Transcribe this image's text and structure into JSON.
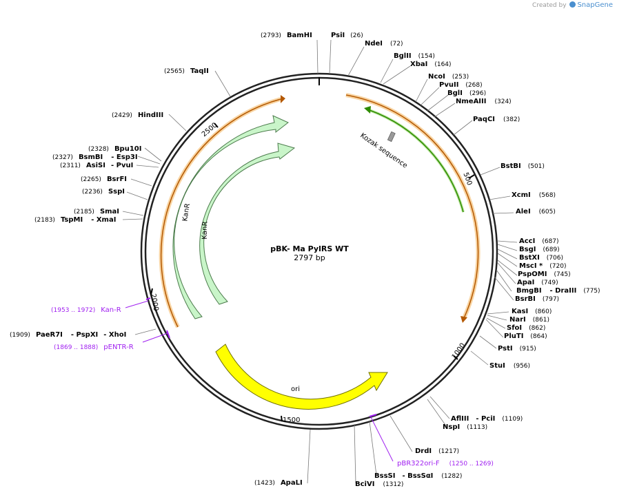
{
  "branding": {
    "created_by": "Created by",
    "product": "SnapGene"
  },
  "plasmid": {
    "name": "pBK- Ma PylRS WT",
    "length": "2797 bp"
  },
  "colors": {
    "backbone": "#222222",
    "orange_orf": "#f0a030",
    "kanr": "#c9f5c9",
    "ori": "#ffff00",
    "primer": "#a020f0",
    "kozak_green": "#2e8b00"
  },
  "ticks": [
    "500",
    "1000",
    "1500",
    "2000",
    "2500"
  ],
  "features": {
    "kanr_outer": "KanR",
    "kanr_inner": "KanR",
    "ori": "ori",
    "kozak": "Kozak sequence"
  },
  "sites": [
    {
      "pos": "(2793)",
      "name": "BamHI"
    },
    {
      "name": "PsiI",
      "pos": "(26)"
    },
    {
      "name": "NdeI",
      "pos": "(72)"
    },
    {
      "name": "BglII",
      "pos": "(154)"
    },
    {
      "name": "XbaI",
      "pos": "(164)"
    },
    {
      "name": "NcoI",
      "pos": "(253)"
    },
    {
      "name": "PvuII",
      "pos": "(268)"
    },
    {
      "name": "BglI",
      "pos": "(296)"
    },
    {
      "name": "NmeAIII",
      "pos": "(324)"
    },
    {
      "name": "PaqCI",
      "pos": "(382)"
    },
    {
      "name": "BstBI",
      "pos": "(501)"
    },
    {
      "name": "XcmI",
      "pos": "(568)"
    },
    {
      "name": "AleI",
      "pos": "(605)"
    },
    {
      "name": "AccI",
      "pos": "(687)"
    },
    {
      "name": "BsgI",
      "pos": "(689)"
    },
    {
      "name": "BstXI",
      "pos": "(706)"
    },
    {
      "name": "MscI *",
      "pos": "(720)"
    },
    {
      "name": "PspOMI",
      "pos": "(745)"
    },
    {
      "name": "ApaI",
      "pos": "(749)"
    },
    {
      "name": "BmgBI",
      "name2": "- DraIII",
      "pos": "(775)"
    },
    {
      "name": "BsrBI",
      "pos": "(797)"
    },
    {
      "name": "KasI",
      "pos": "(860)"
    },
    {
      "name": "NarI",
      "pos": "(861)"
    },
    {
      "name": "SfoI",
      "pos": "(862)"
    },
    {
      "name": "PluTI",
      "pos": "(864)"
    },
    {
      "name": "PstI",
      "pos": "(915)"
    },
    {
      "name": "StuI",
      "pos": "(956)"
    },
    {
      "name": "AflIII",
      "name2": "- PciI",
      "pos": "(1109)"
    },
    {
      "name": "NspI",
      "pos": "(1113)"
    },
    {
      "name": "DrdI",
      "pos": "(1217)"
    },
    {
      "name": "BssSI",
      "name2": "- BssSαI",
      "pos": "(1282)"
    },
    {
      "name": "BciVI",
      "pos": "(1312)"
    },
    {
      "pos": "(1423)",
      "name": "ApaLI"
    },
    {
      "pos": "(1909)",
      "name": "PaeR7I",
      "name2": "- PspXI",
      "name3": "- XhoI"
    },
    {
      "pos": "(2183)",
      "name": "TspMI",
      "name2": "- XmaI"
    },
    {
      "pos": "(2185)",
      "name": "SmaI"
    },
    {
      "pos": "(2236)",
      "name": "SspI"
    },
    {
      "pos": "(2265)",
      "name": "BsrFI"
    },
    {
      "pos": "(2311)",
      "name": "AsiSI",
      "name2": "- PvuI"
    },
    {
      "pos": "(2327)",
      "name": "BsmBI",
      "name2": "- Esp3I"
    },
    {
      "pos": "(2328)",
      "name": "Bpu10I"
    },
    {
      "pos": "(2429)",
      "name": "HindIII"
    },
    {
      "pos": "(2565)",
      "name": "TaqII"
    }
  ],
  "primers": [
    {
      "range": "(1953 .. 1972)",
      "name": "Kan-R"
    },
    {
      "range": "(1869 .. 1888)",
      "name": "pENTR-R"
    },
    {
      "range": "(1250 .. 1269)",
      "name": "pBR322ori-F"
    }
  ]
}
